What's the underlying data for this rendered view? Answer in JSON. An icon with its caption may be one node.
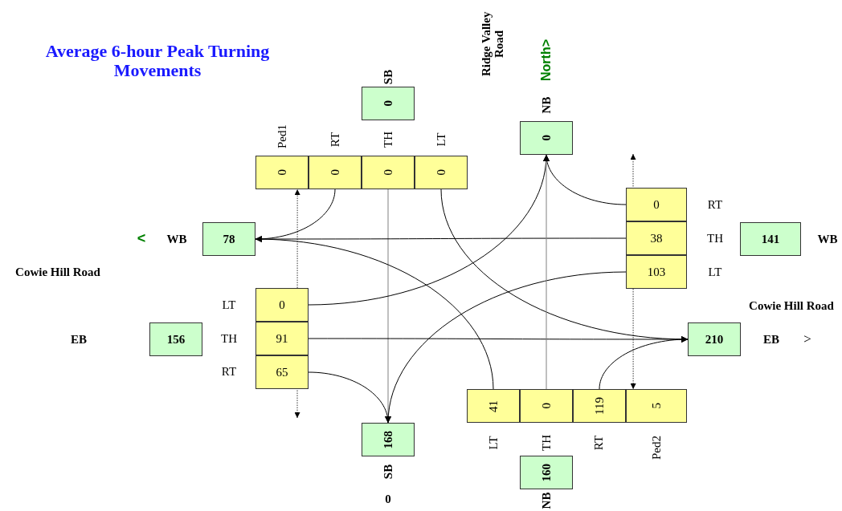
{
  "diagram": {
    "title": "Average 6-hour Peak Turning Movements",
    "nodes": [
      {
        "text": [
          "0"
        ],
        "beside": [
          "SB"
        ]
      },
      {
        "text": [
          "0"
        ],
        "beside": [
          "NB"
        ]
      },
      {
        "text": [
          "78"
        ],
        "beside": [
          "WB"
        ]
      },
      {
        "text": [
          "141"
        ],
        "beside": [
          "WB"
        ]
      },
      {
        "text": [
          "156"
        ]
      },
      {
        "text": [
          "210"
        ],
        "beside": [
          "EB"
        ]
      },
      {
        "text": [
          "168"
        ],
        "beside": [
          "SB"
        ]
      },
      {
        "text": [
          "160"
        ],
        "beside": [
          "NB"
        ]
      },
      {
        "text": [
          "0"
        ],
        "beside": [
          "Ped1"
        ]
      },
      {
        "text": [
          "0"
        ],
        "beside": [
          "RT"
        ]
      },
      {
        "text": [
          "0"
        ],
        "beside": [
          "TH"
        ]
      },
      {
        "text": [
          "0"
        ],
        "beside": [
          "LT"
        ]
      },
      {
        "text": [
          "0"
        ],
        "beside": [
          "RT"
        ]
      },
      {
        "text": [
          "38"
        ],
        "beside": [
          "TH"
        ]
      },
      {
        "text": [
          "103"
        ],
        "beside": [
          "LT"
        ]
      },
      {
        "text": [
          "0"
        ],
        "beside": [
          "LT"
        ]
      },
      {
        "text": [
          "91"
        ],
        "beside": [
          "TH"
        ]
      },
      {
        "text": [
          "65"
        ],
        "beside": [
          "RT"
        ]
      },
      {
        "text": [
          "41"
        ],
        "beside": [
          "LT"
        ]
      },
      {
        "text": [
          "0"
        ],
        "beside": [
          "TH"
        ]
      },
      {
        "text": [
          "119"
        ],
        "beside": [
          "RT"
        ]
      },
      {
        "text": [
          "5"
        ],
        "beside": [
          "Ped2"
        ]
      }
    ],
    "edges": [
      {
        "from": 9,
        "to": 2,
        "arrow": "to"
      },
      {
        "from": 10,
        "to": 6,
        "arrow": "to",
        "color": "#808080"
      },
      {
        "from": 11,
        "to": 5,
        "arrow": "to"
      },
      {
        "from": 12,
        "to": 1,
        "arrow": "to"
      },
      {
        "from": 13,
        "to": 2,
        "arrow": "to"
      },
      {
        "from": 14,
        "to": 6,
        "arrow": "to"
      },
      {
        "from": 15,
        "to": 1,
        "arrow": "to"
      },
      {
        "from": 16,
        "to": 5,
        "arrow": "to"
      },
      {
        "from": 17,
        "to": 6,
        "arrow": "to"
      },
      {
        "from": 18,
        "to": 2,
        "arrow": "to"
      },
      {
        "from": 19,
        "to": 1,
        "arrow": "to",
        "color": "#808080"
      },
      {
        "from": 20,
        "to": 5,
        "arrow": "to"
      },
      {
        "from": null,
        "to": 8,
        "arrow": "both",
        "style": "dashed"
      },
      {
        "from": null,
        "to": 21,
        "arrow": "both",
        "style": "dashed"
      }
    ],
    "labels": [
      "Ridge Valley Road",
      "North>",
      "<",
      "Cowie Hill Road",
      "EB",
      "Cowie Hill Road",
      ">",
      "0"
    ]
  }
}
